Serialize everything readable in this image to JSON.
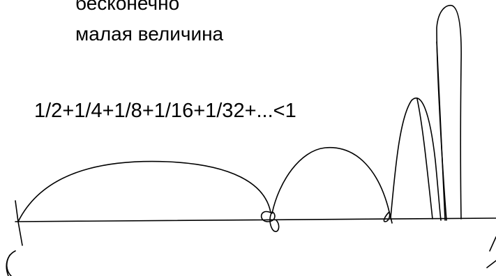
{
  "caption": {
    "line1": "бесконечно",
    "line2": "малая величина"
  },
  "formula": "1/2+1/4+1/8+1/16+1/32+...<1",
  "ink_color": "#000000"
}
